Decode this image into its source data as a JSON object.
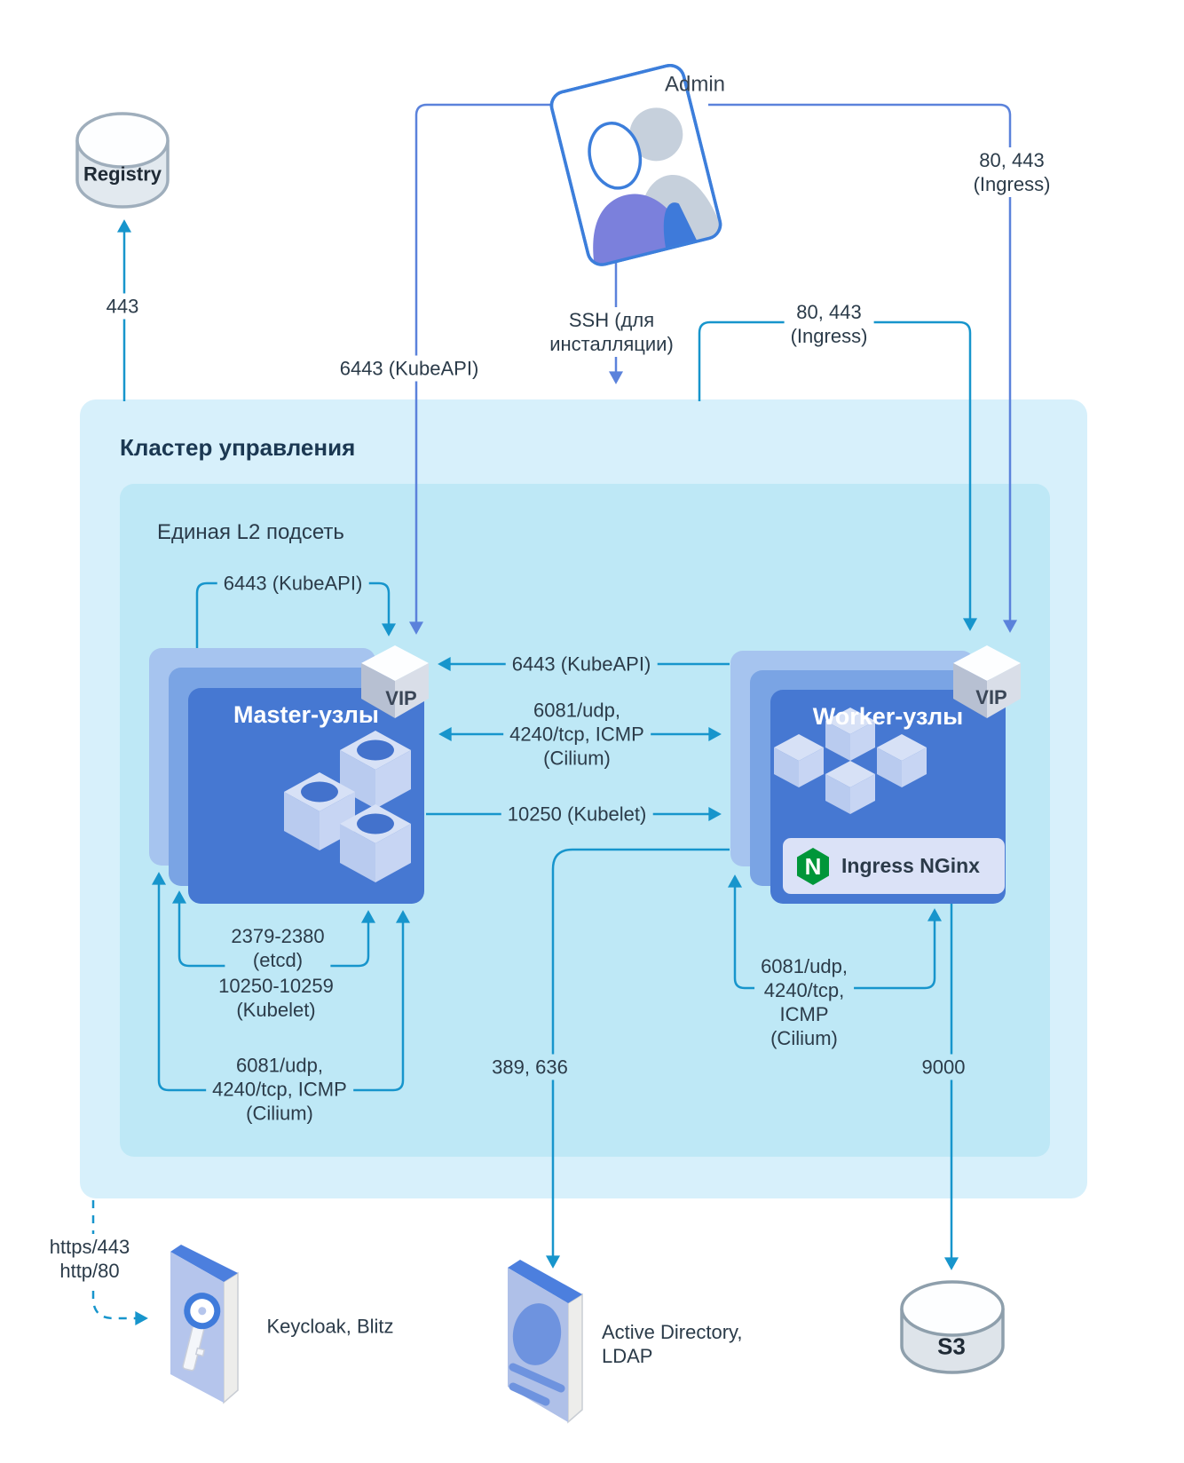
{
  "labels": {
    "admin": "Admin",
    "registry": "Registry",
    "s3": "S3",
    "keycloak": "Keycloak, Blitz",
    "active_directory": "Active Directory,\nLDAP",
    "cluster_title": "Кластер управления",
    "subnet_title": "Единая L2 подсеть",
    "master_title": "Master-узлы",
    "worker_title": "Worker-узлы",
    "vip_master": "VIP",
    "vip_worker": "VIP",
    "ingress_nginx": "Ingress NGinx",
    "nginx_n": "N"
  },
  "ports": {
    "registry_443": "443",
    "kubeapi_admin": "6443 (KubeAPI)",
    "ssh": "SSH (для\nинсталляции)",
    "ingress_admin": "80, 443\n(Ingress)",
    "ingress_mid": "80, 443\n(Ingress)",
    "kubeapi_vip": "6443 (KubeAPI)",
    "kubeapi_mid": "6443 (KubeAPI)",
    "cilium_mid": "6081/udp,\n4240/tcp, ICMP\n(Cilium)",
    "kubelet_mid": "10250 (Kubelet)",
    "etcd": "2379-2380\n(etcd)",
    "kubelet_range": "10250-10259\n(Kubelet)",
    "cilium_master": "6081/udp,\n4240/tcp, ICMP\n(Cilium)",
    "cilium_worker": "6081/udp,\n4240/tcp,\nICMP\n(Cilium)",
    "s3_9000": "9000",
    "ldap_389_636": "389, 636",
    "https_http": "https/443\nhttp/80"
  },
  "colors": {
    "teal_arrow": "#1795CC",
    "indigo_arrow": "#5B82DB",
    "cluster_bg": "#D7F0FB",
    "subnet_bg": "#BEE8F6",
    "node_front": "#4678D2",
    "nginx_green": "#009639",
    "admin_outline": "#3C7EDB"
  }
}
